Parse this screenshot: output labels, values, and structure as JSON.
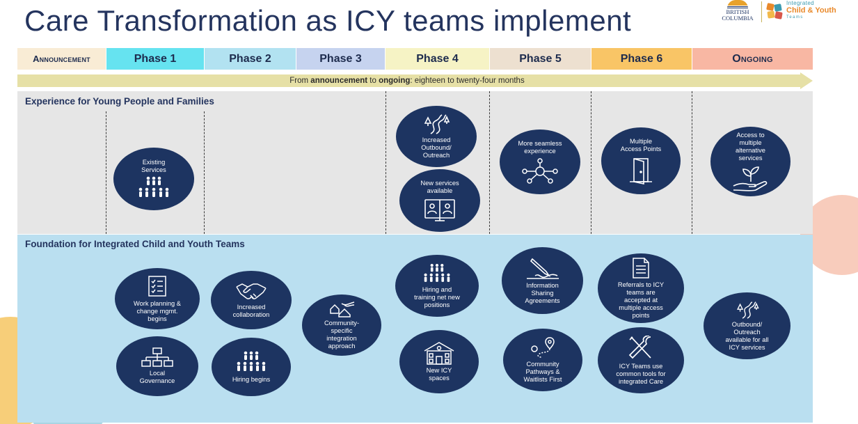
{
  "title": "Care Transformation as ICY teams implement",
  "logos": {
    "bc_line1": "BRITISH",
    "bc_line2": "COLUMBIA",
    "icy_line1": "Integrated",
    "icy_line2": "Child & Youth",
    "icy_line3": "Teams"
  },
  "phases": [
    {
      "label": "Announcement",
      "color": "#f9ecd5"
    },
    {
      "label": "Phase 1",
      "color": "#66e3f0"
    },
    {
      "label": "Phase 2",
      "color": "#b2e2f1"
    },
    {
      "label": "Phase 3",
      "color": "#c6d3ef"
    },
    {
      "label": "Phase 4",
      "color": "#f6f3c5"
    },
    {
      "label": "Phase 5",
      "color": "#ede0d0"
    },
    {
      "label": "Phase 6",
      "color": "#f9c566"
    },
    {
      "label": "Ongoing",
      "color": "#f8b7a3"
    }
  ],
  "timeline": {
    "prefix": "From ",
    "bold1": "announcement",
    "middle": " to ",
    "bold2": "ongoing",
    "suffix": ": eighteen to twenty-four months"
  },
  "sections": {
    "experience": "Experience for Young People and Families",
    "foundation": "Foundation for Integrated Child and Youth Teams"
  },
  "experience_items": {
    "existing": "Existing Services",
    "outreach": "Increased Outbound/ Outreach",
    "new_services": "New services available",
    "seamless": "More seamless experience",
    "access_points": "Multiple Access Points",
    "alternatives": "Access to multiple alternative services"
  },
  "foundation_items": {
    "work_planning": "Work planning & change mgmt. begins",
    "local_governance": "Local Governance",
    "collaboration": "Increased collaboration",
    "hiring_begins": "Hiring begins",
    "community_integration": "Community-specific integration approach",
    "hiring_training": "Hiring and training net new positions",
    "new_spaces": "New ICY spaces",
    "info_sharing": "Information Sharing Agreements",
    "pathways": "Community Pathways & Waitlists First",
    "referrals": "Referrals to ICY teams are accepted at multiple access points",
    "common_tools": "ICY Teams use common tools for integrated Care",
    "outbound_all": "Outbound/ Outreach available for all ICY services"
  },
  "colors": {
    "navy": "#1d3461",
    "experience_bg": "#e6e6e6",
    "foundation_bg": "#badff0",
    "arrow": "#e6e0a6"
  },
  "icons": [
    "family-icon",
    "winding-road-icon",
    "video-call-icon",
    "network-hub-icon",
    "door-icon",
    "hand-plant-icon",
    "checklist-icon",
    "org-chart-icon",
    "handshake-icon",
    "community-houses-icon",
    "people-group-icon",
    "school-building-icon",
    "signing-pen-icon",
    "map-path-icon",
    "document-icon",
    "tools-icon"
  ]
}
